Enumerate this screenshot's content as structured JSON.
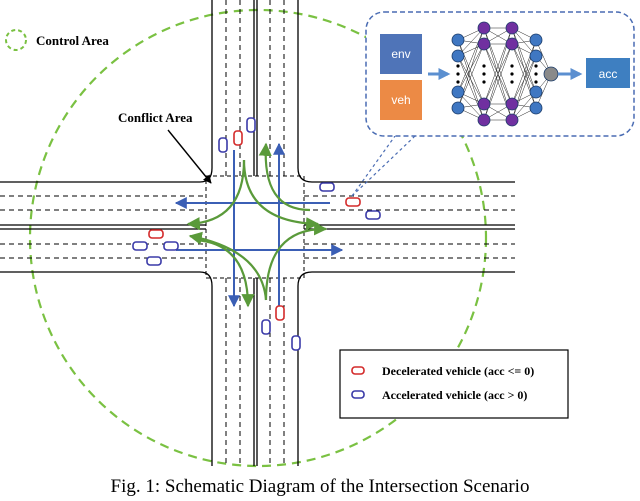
{
  "labels": {
    "control_area": "Control Area",
    "conflict_area": "Conflict Area"
  },
  "network": {
    "inputs": [
      "env",
      "veh"
    ],
    "output": "acc"
  },
  "legend": {
    "decelerated": "Decelerated vehicle (acc <= 0)",
    "accelerated": "Accelerated vehicle (acc > 0)"
  },
  "caption": "Fig. 1: Schematic Diagram of the Intersection Scenario",
  "colors": {
    "control_area": "#7ac142",
    "arrow_blue": "#3b5fb5",
    "arrow_green": "#5a9a3a",
    "nn_panel_border": "#4a6cb3",
    "env_box": "#4f74b8",
    "veh_box": "#ec8a45",
    "acc_box": "#3e7fc1",
    "nn_node_blue": "#3f77c2",
    "nn_node_purple": "#7030a0",
    "decel_vehicle": "#d32a2a",
    "accel_vehicle": "#3a3aa8"
  }
}
